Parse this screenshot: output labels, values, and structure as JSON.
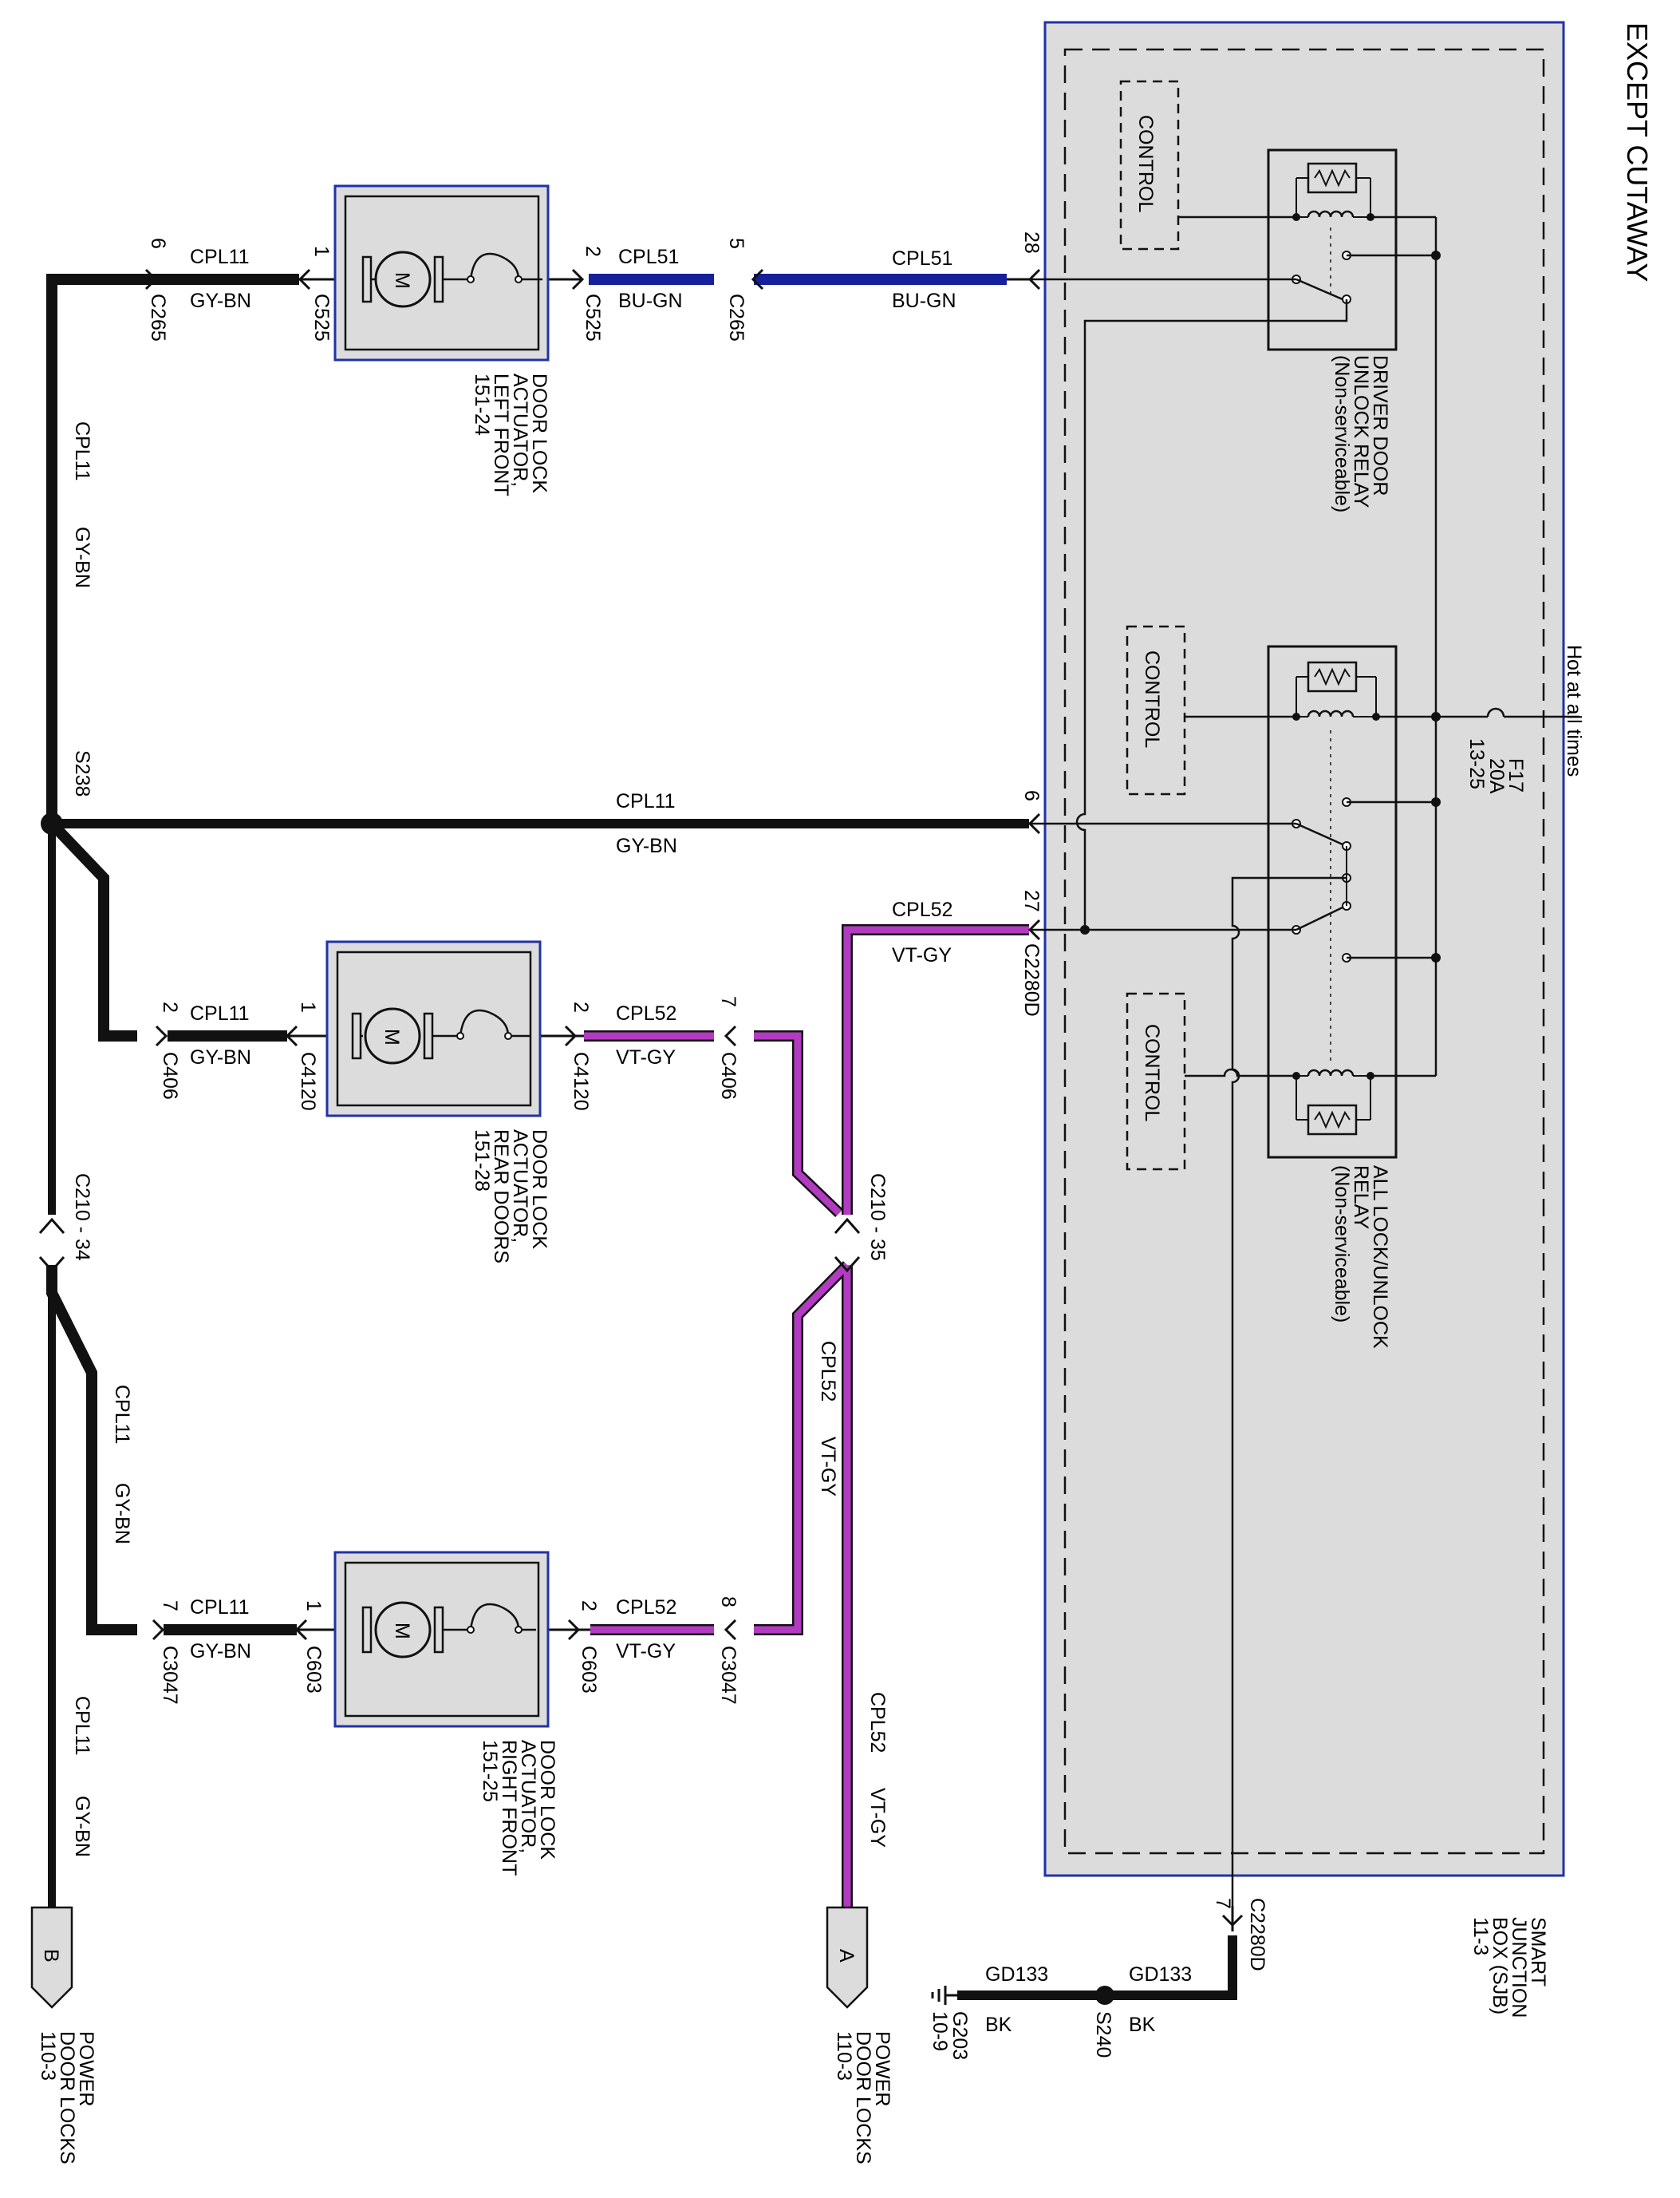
{
  "title": "EXCEPT CUTAWAY",
  "sjb": {
    "line1": "SMART",
    "line2": "JUNCTION",
    "line3": "BOX (SJB)",
    "line4": "11-3",
    "control": "CONTROL"
  },
  "hot_at_all_times": "Hot at all times",
  "fuse": {
    "id": "F17",
    "rating": "20A",
    "ref": "13-25"
  },
  "relay_driver": {
    "line1": "DRIVER DOOR",
    "line2": "UNLOCK RELAY",
    "line3": "(Non-serviceable)"
  },
  "relay_all": {
    "line1": "ALL LOCK/UNLOCK",
    "line2": "RELAY",
    "line3": "(Non-serviceable)"
  },
  "motor_symbol": "M",
  "actuator_lf": {
    "line1": "DOOR LOCK",
    "line2": "ACTUATOR,",
    "line3": "LEFT FRONT",
    "line4": "151-24"
  },
  "actuator_rr": {
    "line1": "DOOR LOCK",
    "line2": "ACTUATOR,",
    "line3": "REAR DOORS",
    "line4": "151-28"
  },
  "actuator_rf": {
    "line1": "DOOR LOCK",
    "line2": "ACTUATOR,",
    "line3": "RIGHT FRONT",
    "line4": "151-25"
  },
  "circuits": {
    "cpl11": "CPL11",
    "gy_bn": "GY-BN",
    "cpl51": "CPL51",
    "bu_gn": "BU-GN",
    "cpl52": "CPL52",
    "vt_gy": "VT-GY",
    "gd133": "GD133",
    "bk": "BK"
  },
  "connectors": {
    "c265": "C265",
    "c525": "C525",
    "c406": "C406",
    "c4120": "C4120",
    "c603": "C603",
    "c3047": "C3047",
    "c2280d": "C2280D",
    "c210_34": "C210 - 34",
    "c210_35": "C210 - 35"
  },
  "splices": {
    "s238": "S238",
    "s240": "S240"
  },
  "ground": {
    "id": "G203",
    "ref": "10-9"
  },
  "pins": {
    "p6": "6",
    "p1": "1",
    "p2": "2",
    "p5": "5",
    "p28": "28",
    "p27": "27",
    "p7": "7",
    "p8": "8"
  },
  "offpage": {
    "a": {
      "letter": "A",
      "line1": "POWER",
      "line2": "DOOR LOCKS",
      "line3": "110-3"
    },
    "b": {
      "letter": "B",
      "line1": "POWER",
      "line2": "DOOR LOCKS",
      "line3": "110-3"
    }
  },
  "colors": {
    "gy_bn": "#111111",
    "bu_gn": "#15209a",
    "vt_gy": "#b23bc2",
    "box_border": "#2232a8",
    "box_fill": "#dcdcdc"
  }
}
